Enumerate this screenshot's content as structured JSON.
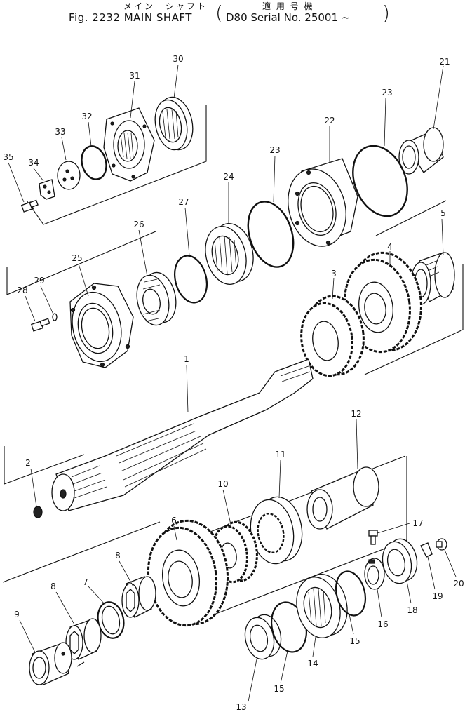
{
  "header": {
    "title_jp": "メイン　シャフト",
    "title": "Fig. 2232 MAIN  SHAFT",
    "applicable_jp": "適 用 号 機",
    "serial": "D80  Serial  No. 25001 ~"
  },
  "callouts": [
    "1",
    "2",
    "3",
    "4",
    "5",
    "6",
    "7",
    "8",
    "8",
    "9",
    "10",
    "11",
    "12",
    "13",
    "14",
    "15",
    "15",
    "16",
    "17",
    "18",
    "19",
    "20",
    "21",
    "22",
    "23",
    "23",
    "24",
    "25",
    "26",
    "27",
    "28",
    "29",
    "30",
    "31",
    "32",
    "33",
    "34",
    "35"
  ]
}
